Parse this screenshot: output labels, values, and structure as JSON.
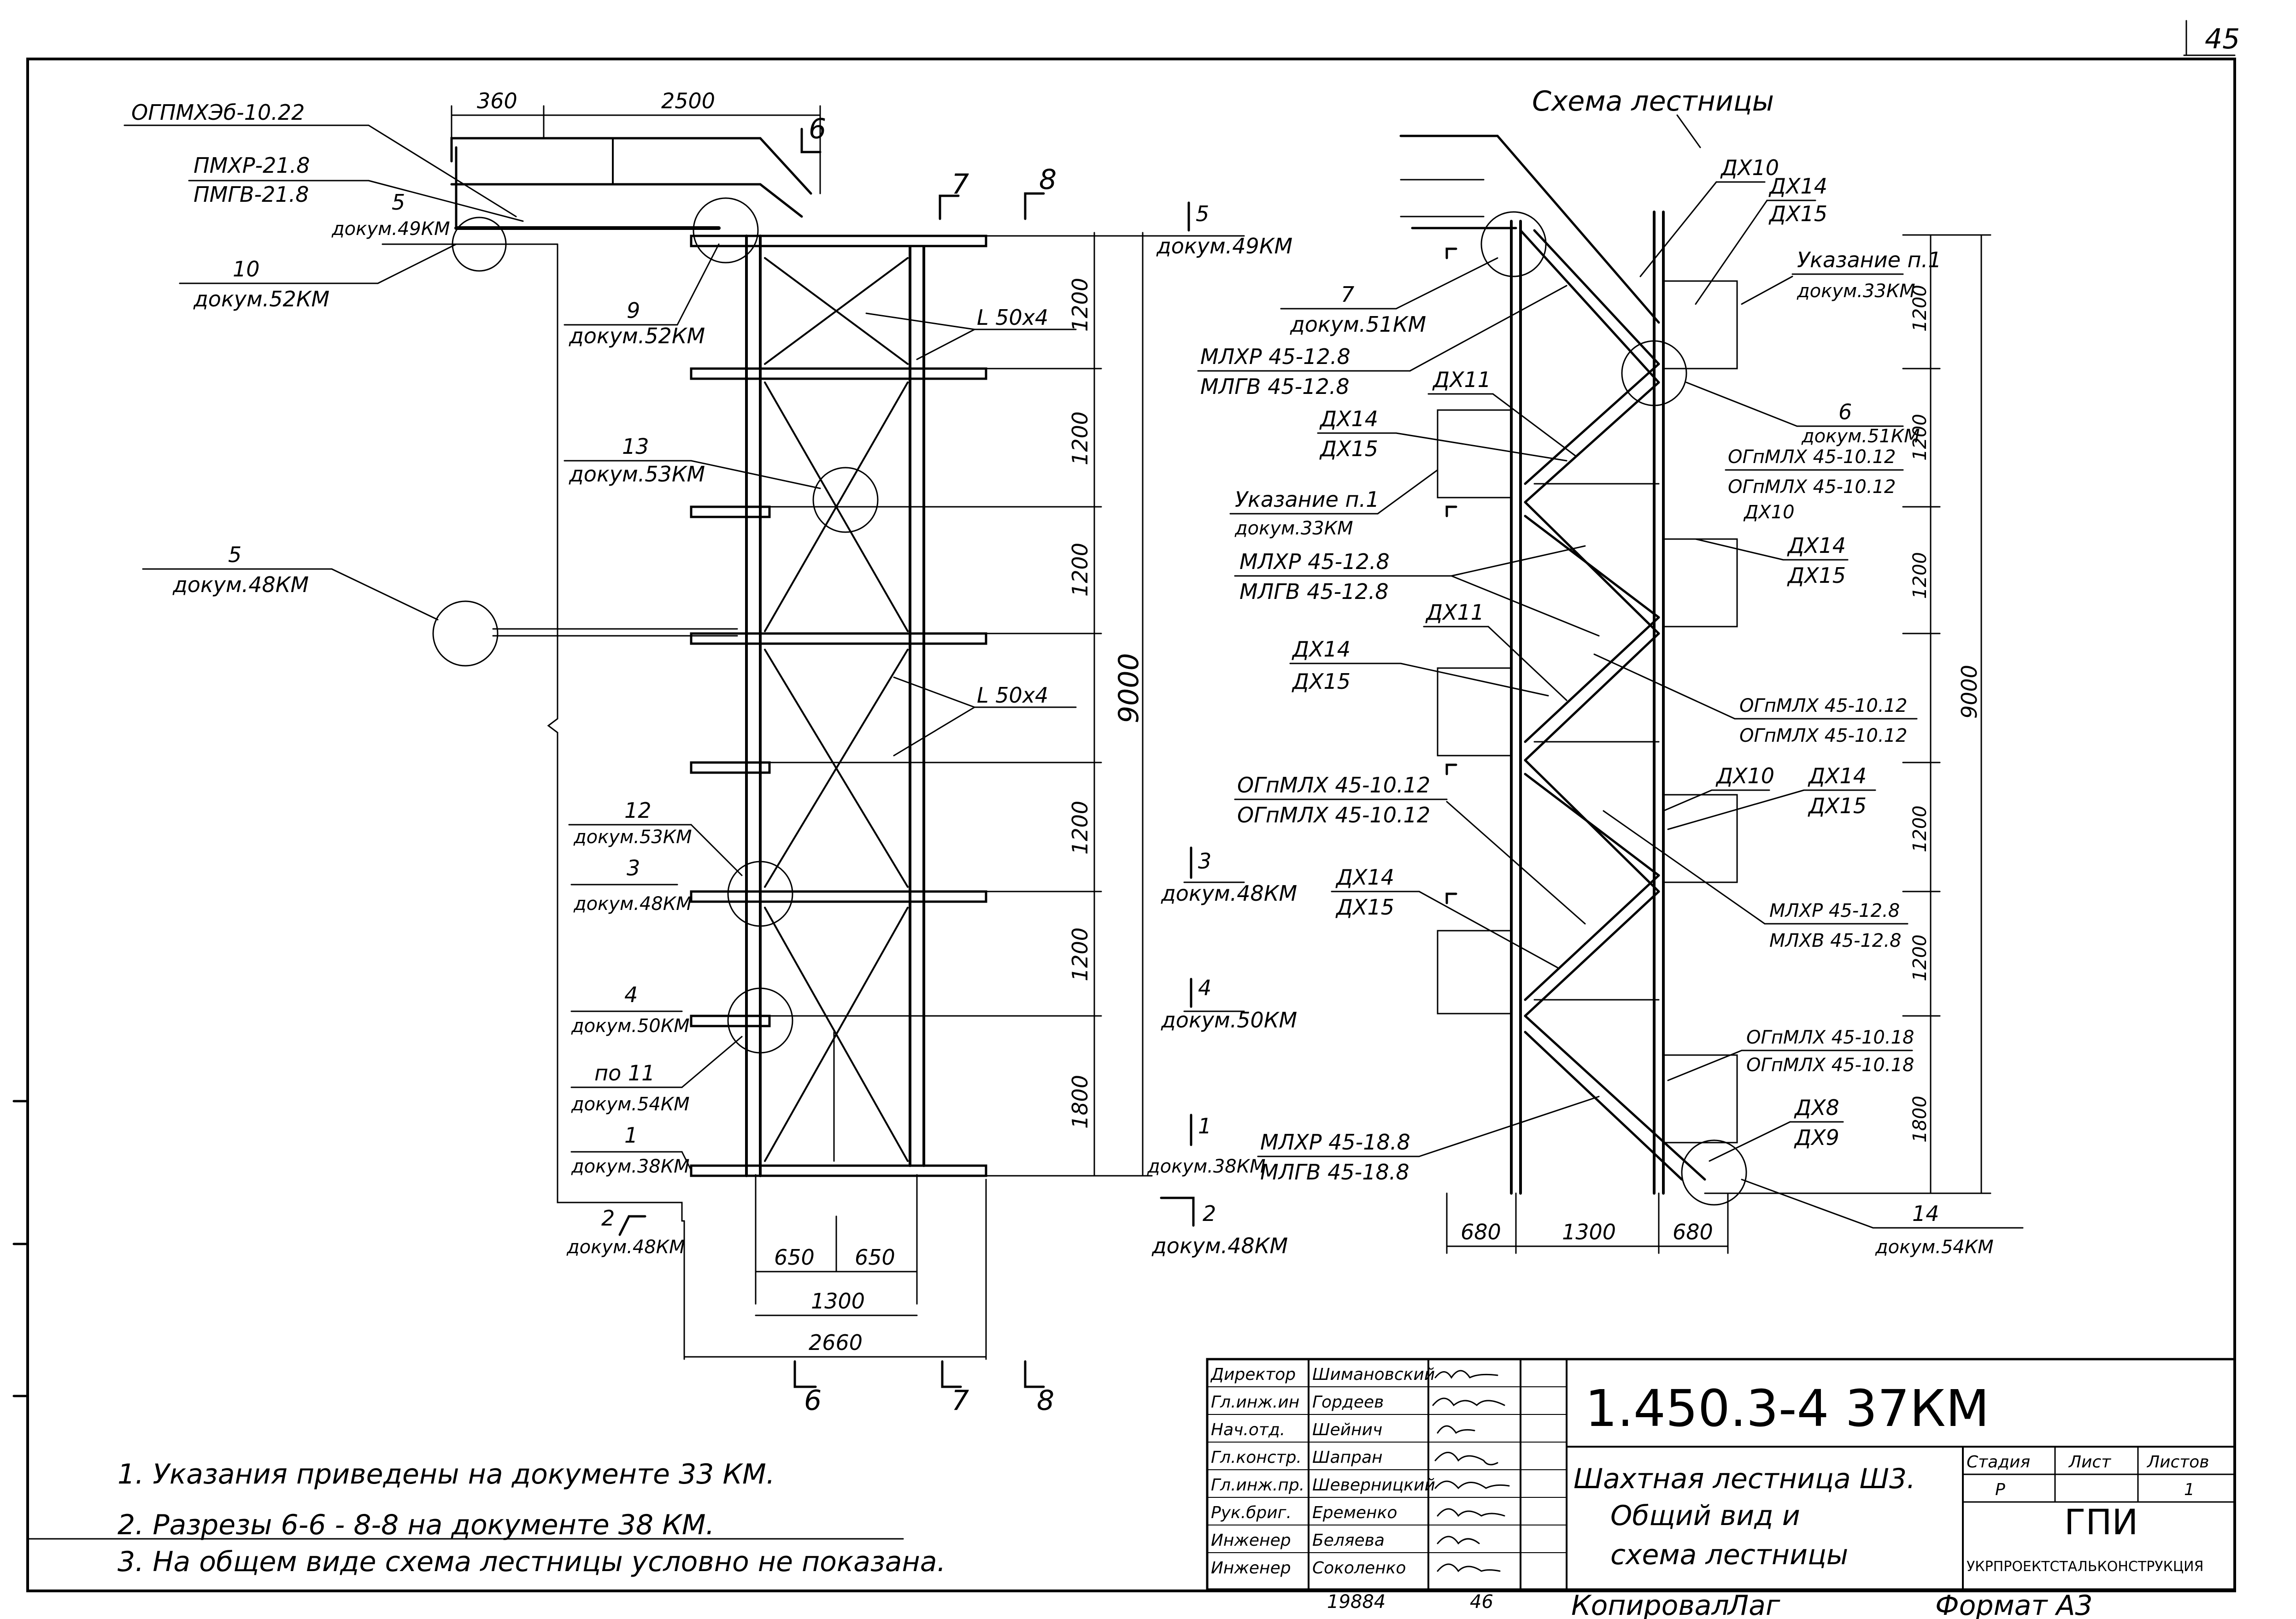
{
  "sheet": {
    "corner_number": "45",
    "schema_title": "Схема лестницы",
    "code": "1.450.3-4  37КМ",
    "format": "Формат А3",
    "copied": "Копировал",
    "copied_sign": "Лаг",
    "inv_number": "19884",
    "inv_suffix": "46"
  },
  "main_view": {
    "dims_top": [
      "360",
      "2500"
    ],
    "section_marks": [
      "6",
      "7",
      "8"
    ],
    "callouts": [
      {
        "a": "ОГПМХЭб-10.22"
      },
      {
        "a": "ПМХР-21.8",
        "b": "ПМГВ-21.8"
      },
      {
        "a": "5",
        "b": "докум.49КМ"
      },
      {
        "a": "10",
        "b": "докум.52КМ"
      },
      {
        "a": "9",
        "b": "докум.52КМ"
      },
      {
        "a": "13",
        "b": "докум.53КМ"
      },
      {
        "a": "5",
        "b": "докум.48КМ"
      },
      {
        "a": "12",
        "b": "докум.53КМ"
      },
      {
        "a": "3",
        "b": "докум.48КМ"
      },
      {
        "a": "4",
        "b": "докум.50КМ"
      },
      {
        "a": "по 11",
        "b": "докум.54КМ"
      },
      {
        "a": "1",
        "b": "докум.38КМ"
      },
      {
        "a": "2",
        "b": "докум.48КМ"
      }
    ],
    "angle_labels": [
      "L 50х4",
      "L 50х4"
    ],
    "vertical_dims": [
      "1200",
      "1200",
      "1200",
      "1200",
      "1200",
      "1800"
    ],
    "total_height": "9000",
    "bottom_dims": [
      "650",
      "650",
      "1300",
      "2660"
    ],
    "right_refs": [
      {
        "a": "5",
        "b": "докум.49КМ"
      },
      {
        "a": "3",
        "b": "докум.48КМ"
      },
      {
        "a": "4",
        "b": "докум.50КМ"
      },
      {
        "a": "1",
        "b": "докум.38КМ"
      },
      {
        "a": "2",
        "b": "докум.48КМ"
      }
    ]
  },
  "schema": {
    "callouts": [
      {
        "a": "7",
        "b": "докум.51КМ"
      },
      {
        "a": "МЛХР 45-12.8",
        "b": "МЛГВ 45-12.8"
      },
      {
        "a": "ДХ11"
      },
      {
        "a": "ДХ14",
        "b": "ДХ15"
      },
      {
        "a": "Указание п.1",
        "b": "докум.33КМ"
      },
      {
        "a": "МЛХР 45-12.8",
        "b": "МЛГВ 45-12.8"
      },
      {
        "a": "ДХ11"
      },
      {
        "a": "ДХ14",
        "b": "ДХ15"
      },
      {
        "a": "ОГпМЛХ 45-10.12",
        "b": "ОГпМЛХ 45-10.12"
      },
      {
        "a": "ДХ14",
        "b": "ДХ15"
      },
      {
        "a": "МЛХР 45-18.8",
        "b": "МЛГВ 45-18.8"
      },
      {
        "a": "ДХ10"
      },
      {
        "a": "ДХ14",
        "b": "ДХ15"
      },
      {
        "a": "Указание п.1",
        "b": "докум.33КМ"
      },
      {
        "a": "6",
        "b": "докум.51КМ"
      },
      {
        "a": "ОГпМЛХ 45-10.12",
        "b": "ОГпМЛХ 45-10.12"
      },
      {
        "a": "ДХ10"
      },
      {
        "a": "ДХ14",
        "b": "ДХ15"
      },
      {
        "a": "ОГпМЛХ 45-10.12",
        "b": "ОГпМЛХ 45-10.12"
      },
      {
        "a": "ДХ10"
      },
      {
        "a": "ДХ14",
        "b": "ДХ15"
      },
      {
        "a": "МЛХР 45-12.8",
        "b": "МЛХВ 45-12.8"
      },
      {
        "a": "ОГпМЛХ 45-10.18",
        "b": "ОГпМЛХ 45-10.18"
      },
      {
        "a": "ДХ8",
        "b": "ДХ9"
      },
      {
        "a": "14",
        "b": "докум.54КМ"
      }
    ],
    "vertical_dims": [
      "1200",
      "1200",
      "1200",
      "1200",
      "1200",
      "1800"
    ],
    "total_height": "9000",
    "bottom_dims": [
      "680",
      "1300",
      "680"
    ]
  },
  "notes": [
    "1. Указания приведены на документе 33 КМ.",
    "2. Разрезы 6-6 - 8-8 на документе 38 КМ.",
    "3. На общем виде схема лестницы условно не показана."
  ],
  "title_block": {
    "people": [
      {
        "role": "Директор",
        "name": "Шимановский"
      },
      {
        "role": "Гл.инж.ин",
        "name": "Гордеев"
      },
      {
        "role": "Нач.отд.",
        "name": "Шейнич"
      },
      {
        "role": "Гл.констр.",
        "name": "Шапран"
      },
      {
        "role": "Гл.инж.пр.",
        "name": "Шеверницкий"
      },
      {
        "role": "Рук.бриг.",
        "name": "Еременко"
      },
      {
        "role": "Инженер",
        "name": "Беляева"
      },
      {
        "role": "Инженер",
        "name": "Соколенко"
      }
    ],
    "title_lines": [
      "Шахтная лестница Ш3.",
      "Общий вид и",
      "схема лестницы"
    ],
    "stage_header": "Стадия",
    "sheet_header": "Лист",
    "sheets_header": "Листов",
    "stage": "Р",
    "sheets": "1",
    "org_short": "ГПИ",
    "org_full": "УКРПРОЕКТСТАЛЬКОНСТРУКЦИЯ"
  }
}
